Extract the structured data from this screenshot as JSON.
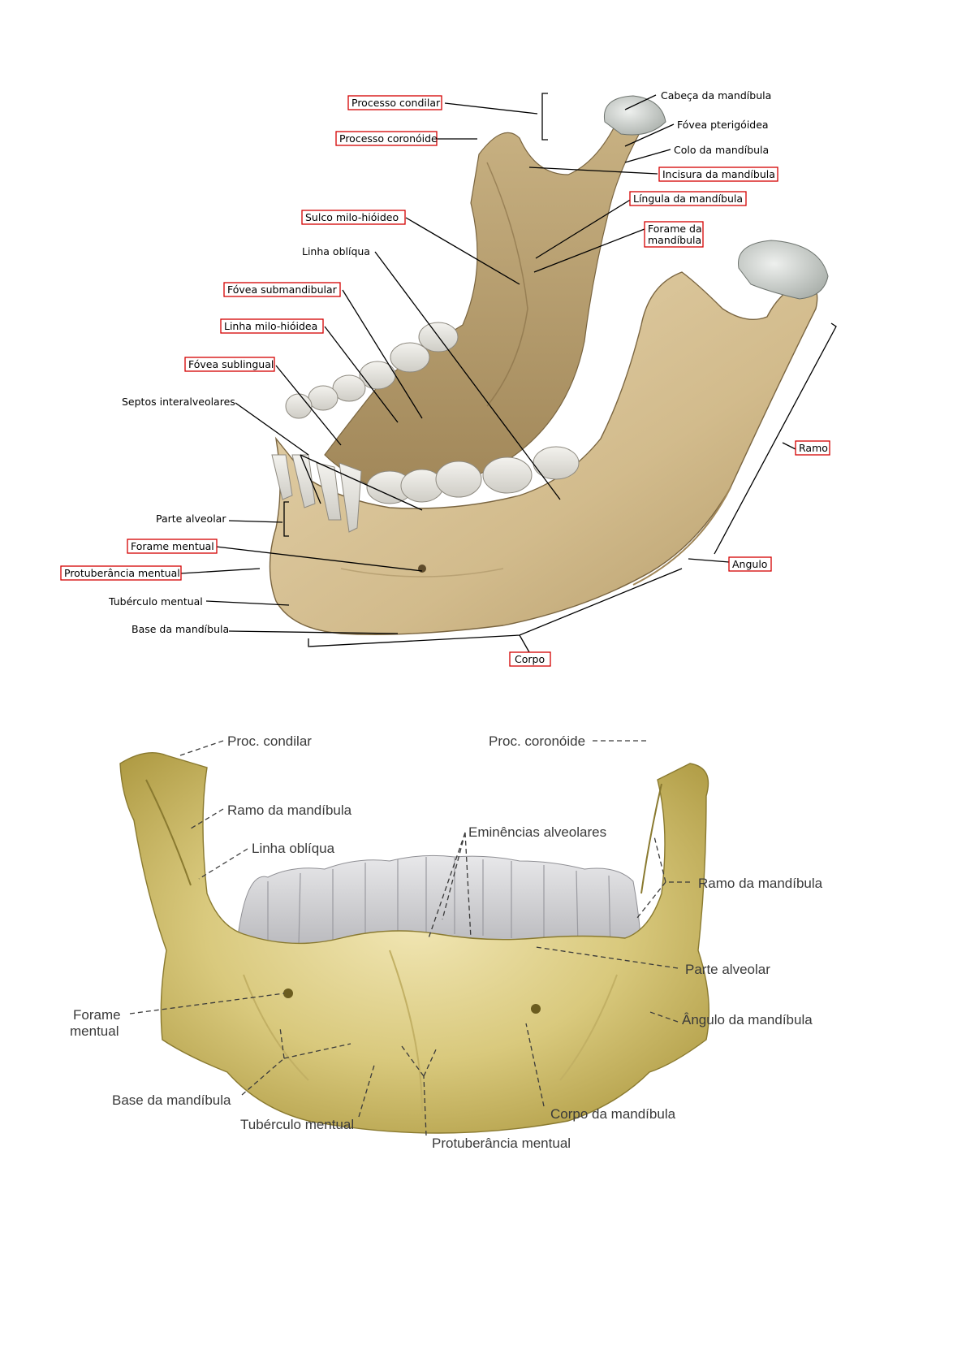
{
  "colors": {
    "bone_top": "#d8c49c",
    "bone_top_shadow": "#a88e5e",
    "bone_bottom": "#d6c479",
    "bone_bottom_shadow": "#9c8a3c",
    "cartilage": "#c8ccc8",
    "teeth": "#e4e4e2",
    "teeth_bottom": "#c9c9cb",
    "highlight_box": "#d40000"
  },
  "lateral_view": {
    "labels": [
      {
        "id": "cabeca",
        "text": "Cabeça da mandíbula",
        "boxed": false
      },
      {
        "id": "processo-condilar",
        "text": "Processo condilar",
        "boxed": true
      },
      {
        "id": "fovea-pterigoidea",
        "text": "Fóvea pterigóidea",
        "boxed": false
      },
      {
        "id": "processo-coronoide",
        "text": "Processo coronóide",
        "boxed": true
      },
      {
        "id": "colo",
        "text": "Colo da mandíbula",
        "boxed": false
      },
      {
        "id": "incisura",
        "text": "Incisura da mandíbula",
        "boxed": true
      },
      {
        "id": "lingula",
        "text": "Língula da mandíbula",
        "boxed": true
      },
      {
        "id": "sulco-milo-hioideo",
        "text": "Sulco milo-hióideo",
        "boxed": true
      },
      {
        "id": "forame-mandibula",
        "text": "Forame da",
        "text2": "mandíbula",
        "boxed": true
      },
      {
        "id": "linha-obliqua",
        "text": "Linha oblíqua",
        "boxed": false
      },
      {
        "id": "fovea-submandibular",
        "text": "Fóvea submandibular",
        "boxed": true
      },
      {
        "id": "linha-milo-hioidea",
        "text": "Linha milo-hióidea",
        "boxed": true
      },
      {
        "id": "fovea-sublingual",
        "text": "Fóvea sublingual",
        "boxed": true
      },
      {
        "id": "septos",
        "text": "Septos interalveolares",
        "boxed": false
      },
      {
        "id": "ramo",
        "text": "Ramo",
        "boxed": true
      },
      {
        "id": "parte-alveolar",
        "text": "Parte alveolar",
        "boxed": false
      },
      {
        "id": "forame-mentual",
        "text": "Forame mentual",
        "boxed": true
      },
      {
        "id": "angulo",
        "text": "Angulo",
        "boxed": true
      },
      {
        "id": "protuberancia",
        "text": "Protuberância mentual",
        "boxed": true
      },
      {
        "id": "tuberculo",
        "text": "Tubérculo mentual",
        "boxed": false
      },
      {
        "id": "base",
        "text": "Base da mandíbula",
        "boxed": false
      },
      {
        "id": "corpo",
        "text": "Corpo",
        "boxed": true
      }
    ]
  },
  "anterior_view": {
    "labels": [
      {
        "id": "proc-condilar",
        "text": "Proc. condilar"
      },
      {
        "id": "proc-coronoide",
        "text": "Proc. coronóide"
      },
      {
        "id": "ramo-esq",
        "text": "Ramo da mandíbula"
      },
      {
        "id": "linha-obliqua",
        "text": "Linha oblíqua"
      },
      {
        "id": "eminencias",
        "text": "Eminências alveolares"
      },
      {
        "id": "ramo-dir",
        "text": "Ramo da mandíbula"
      },
      {
        "id": "parte-alveolar",
        "text": "Parte alveolar"
      },
      {
        "id": "forame-mentual",
        "text": "Forame",
        "text2": "mentual"
      },
      {
        "id": "angulo",
        "text": "Ângulo da mandíbula"
      },
      {
        "id": "base",
        "text": "Base da mandíbula"
      },
      {
        "id": "corpo",
        "text": "Corpo da mandíbula"
      },
      {
        "id": "tuberculo",
        "text": "Tubérculo mentual"
      },
      {
        "id": "protuberancia",
        "text": "Protuberância mentual"
      }
    ]
  }
}
